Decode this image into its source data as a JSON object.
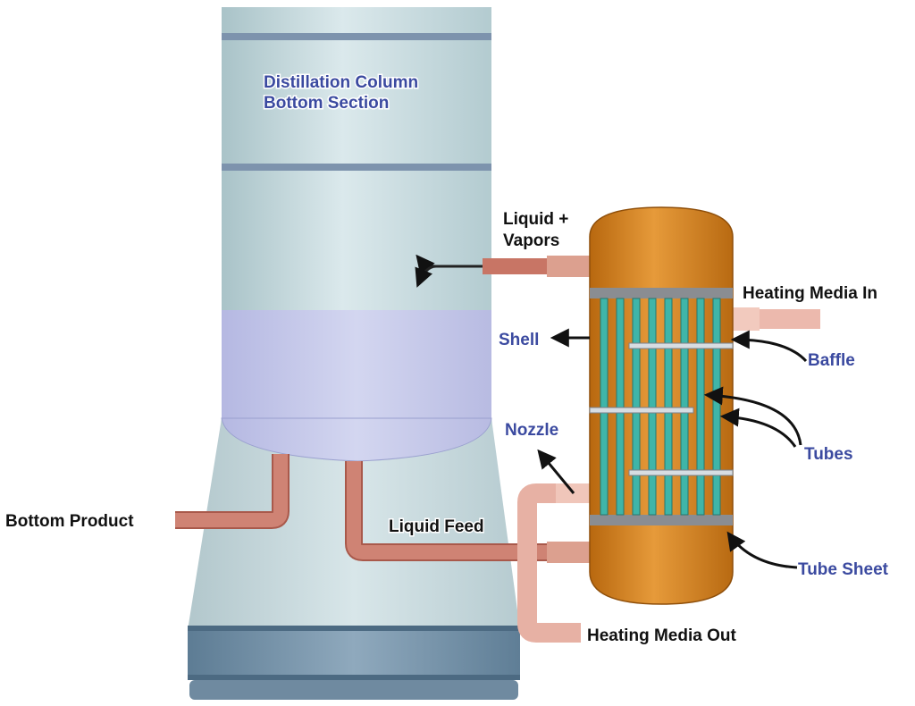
{
  "diagram": {
    "column_title_line1": "Distillation Column",
    "column_title_line2": "Bottom Section",
    "liquid_vapors_line1": "Liquid +",
    "liquid_vapors_line2": "Vapors",
    "heating_media_in": "Heating Media In",
    "shell": "Shell",
    "baffle": "Baffle",
    "tubes": "Tubes",
    "nozzle": "Nozzle",
    "bottom_product": "Bottom Product",
    "liquid_feed": "Liquid Feed",
    "tube_sheet": "Tube Sheet",
    "heating_media_out": "Heating Media Out"
  },
  "colors": {
    "label_blue": "#3b4aa0",
    "label_black": "#111111",
    "column_body": "#c6dbe0",
    "exchanger_shell": "#d98a26",
    "pipe": "#c97a6a",
    "tube": "#3fb5a8"
  }
}
